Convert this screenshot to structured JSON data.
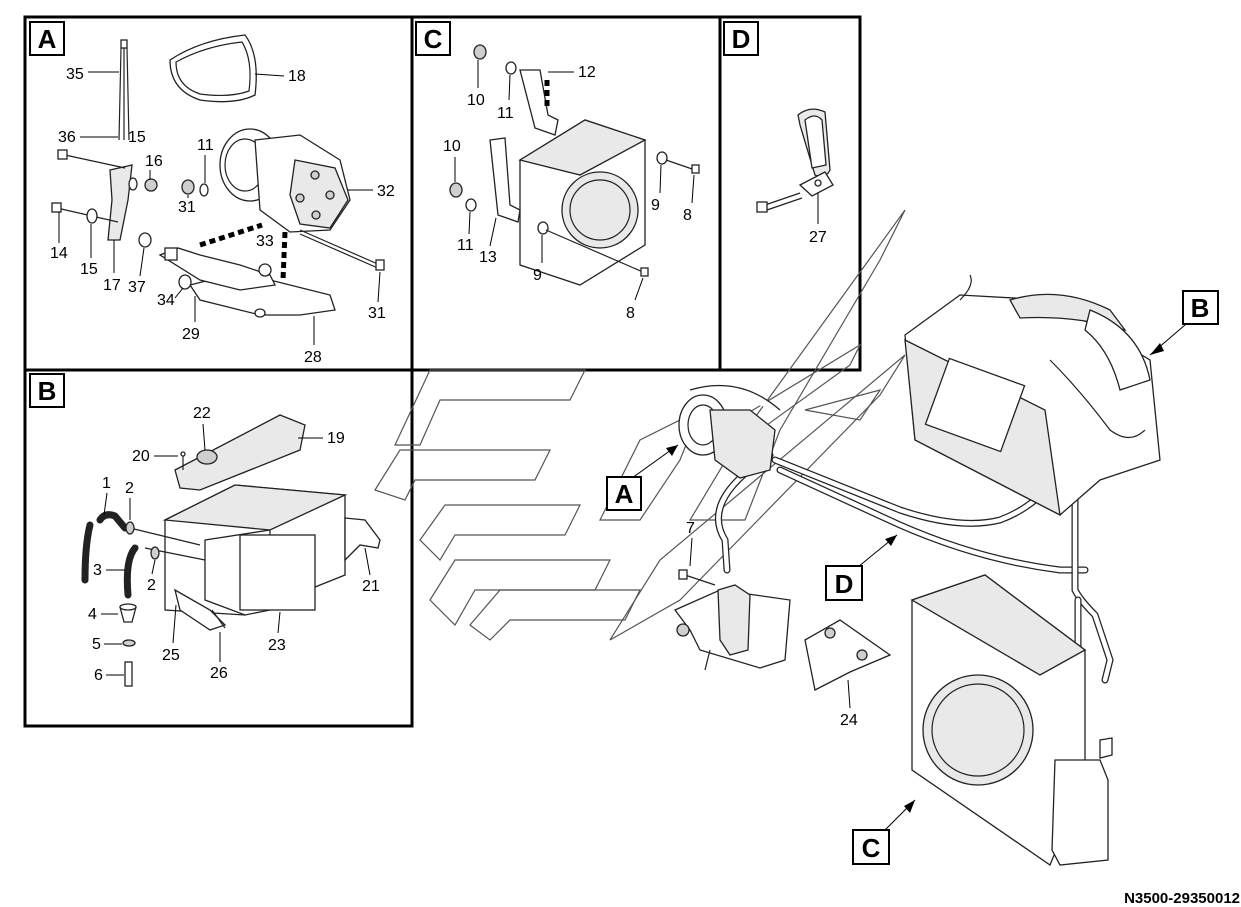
{
  "panels": {
    "a": {
      "letter": "A"
    },
    "b": {
      "letter": "B"
    },
    "c": {
      "letter": "C"
    },
    "d": {
      "letter": "D"
    }
  },
  "main_callouts": {
    "a": "A",
    "b": "B",
    "c": "C",
    "d": "D"
  },
  "callouts": {
    "a": [
      "35",
      "18",
      "36",
      "15",
      "16",
      "11",
      "32",
      "14",
      "15",
      "17",
      "37",
      "31",
      "33",
      "34",
      "29",
      "28",
      "31"
    ],
    "b": [
      "22",
      "19",
      "20",
      "1",
      "2",
      "3",
      "2",
      "4",
      "5",
      "6",
      "21",
      "25",
      "26",
      "23"
    ],
    "c": [
      "12",
      "10",
      "11",
      "10",
      "11",
      "13",
      "9",
      "8",
      "9",
      "8"
    ],
    "d": [
      "27"
    ],
    "main": [
      "7",
      "24"
    ]
  },
  "drawing_number": "N3500-29350012"
}
